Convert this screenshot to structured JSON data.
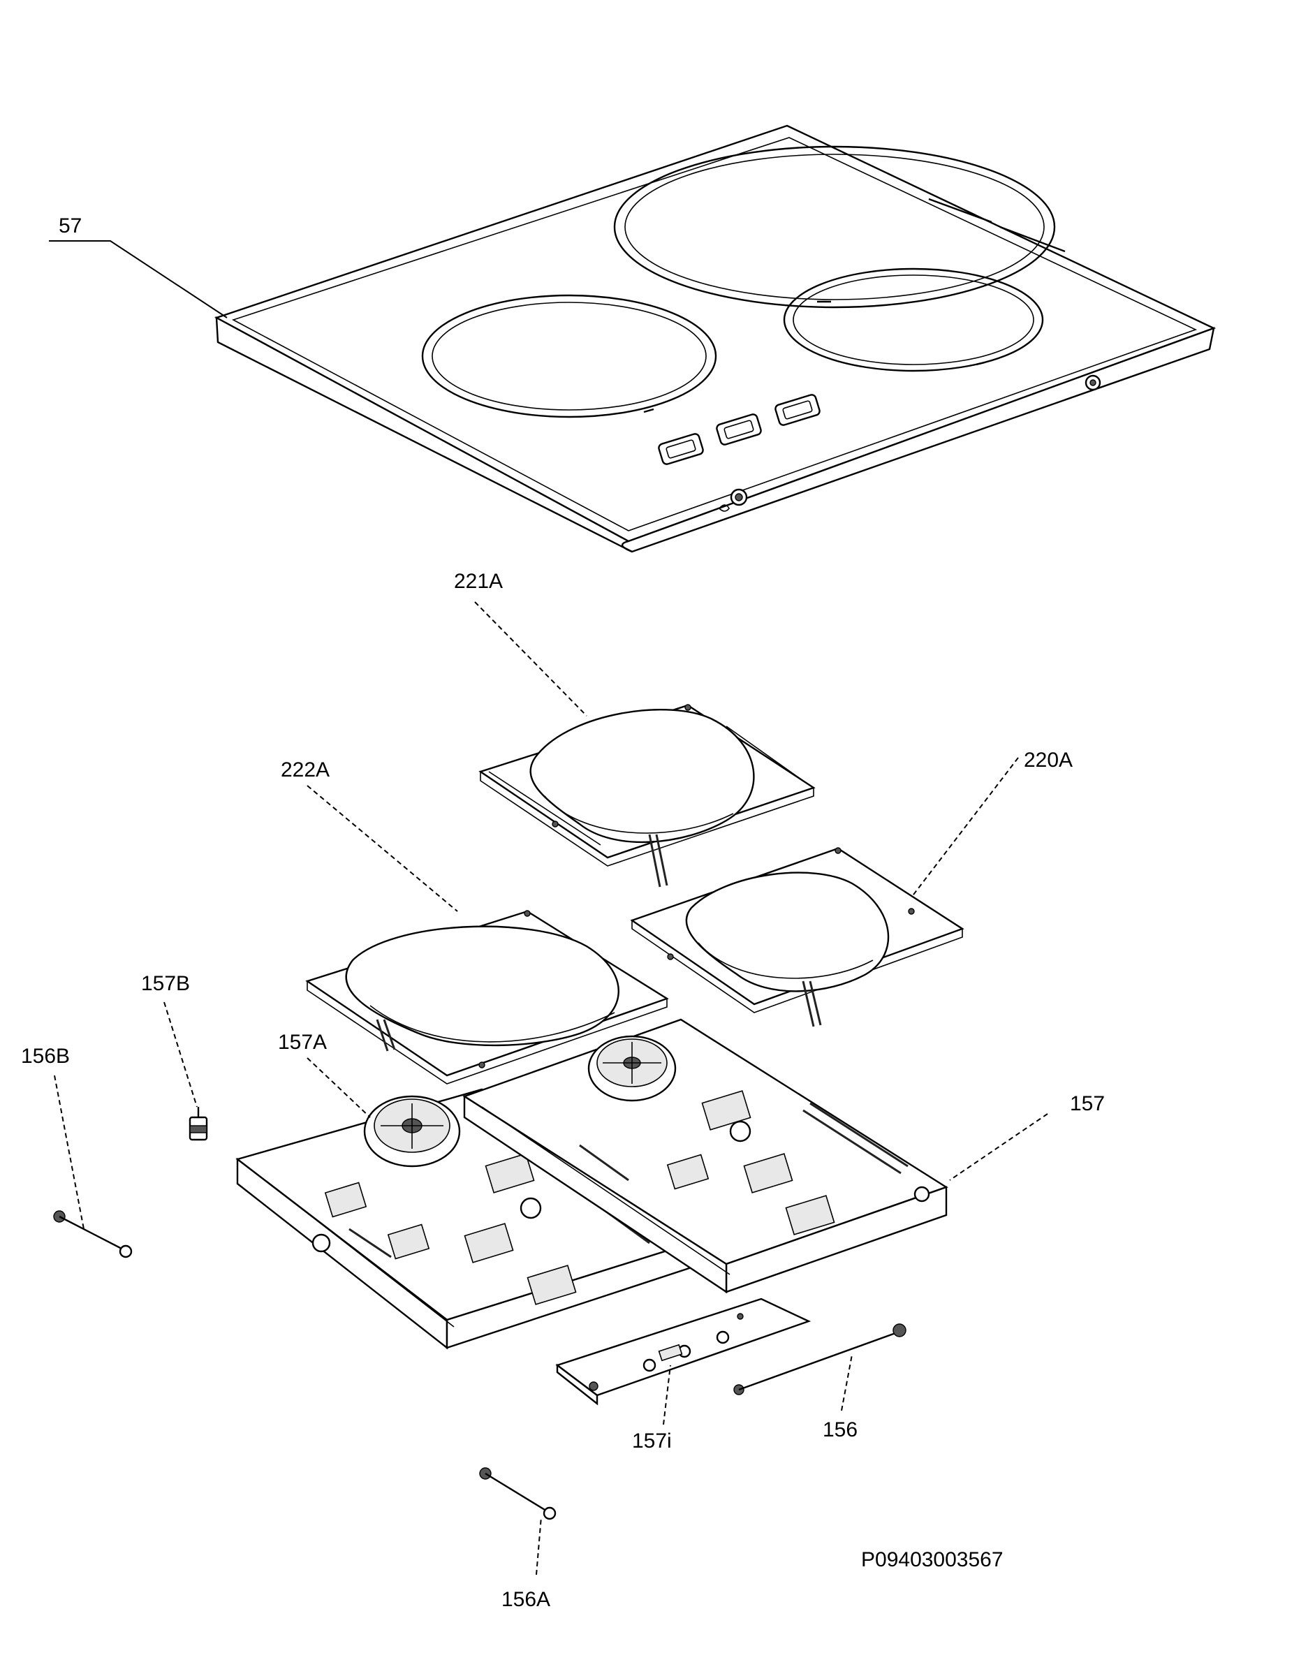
{
  "labels": {
    "cooktop": "57",
    "coil_top": "221A",
    "coil_left": "222A",
    "coil_right": "220A",
    "sensor": "157B",
    "cable_left": "156B",
    "board_left": "157A",
    "board_right": "157",
    "interface_board": "157i",
    "cable_right": "156",
    "cable_bottom": "156A"
  },
  "drawing_number": "P09403003567"
}
